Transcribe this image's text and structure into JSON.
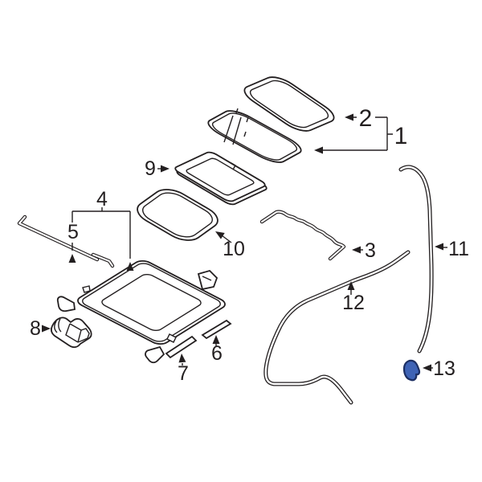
{
  "figure": {
    "description": "Exploded parts diagram of a vehicle sunroof assembly with numbered callouts",
    "background_color": "#ffffff",
    "line_color": "#231f20",
    "highlight_fill": "#3e63b5",
    "highlight_stroke": "#1c2f63",
    "highlighted_callout": "13",
    "callouts": [
      {
        "number": "1"
      },
      {
        "number": "2"
      },
      {
        "number": "3"
      },
      {
        "number": "4"
      },
      {
        "number": "5"
      },
      {
        "number": "6"
      },
      {
        "number": "7"
      },
      {
        "number": "8"
      },
      {
        "number": "9"
      },
      {
        "number": "10"
      },
      {
        "number": "11"
      },
      {
        "number": "12"
      },
      {
        "number": "13"
      }
    ]
  }
}
